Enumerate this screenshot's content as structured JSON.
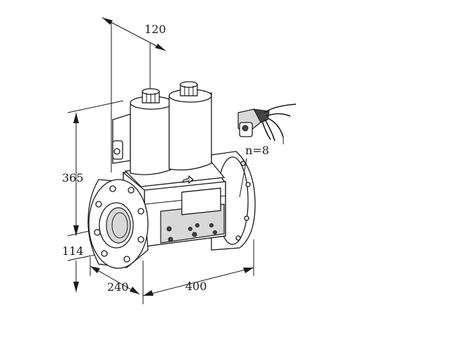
{
  "dimensions": {
    "top_width": "120",
    "height_total": "365",
    "height_lower": "114",
    "depth": "240",
    "length": "400"
  },
  "annotations": {
    "pin_count": "n=8"
  },
  "colors": {
    "line": "#1a1a1a",
    "fill": "#ffffff",
    "shade": "#d8d8d8"
  }
}
